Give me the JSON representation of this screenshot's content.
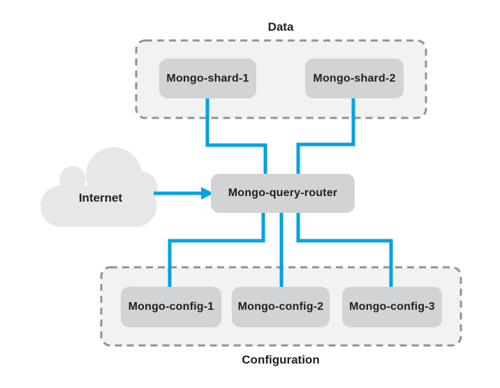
{
  "diagram": {
    "internet": {
      "label": "Internet"
    },
    "router": {
      "label": "Mongo-query-router"
    },
    "zones": {
      "data": {
        "label": "Data",
        "nodes": [
          {
            "label": "Mongo-shard-1"
          },
          {
            "label": "Mongo-shard-2"
          }
        ]
      },
      "configuration": {
        "label": "Configuration",
        "nodes": [
          {
            "label": "Mongo-config-1"
          },
          {
            "label": "Mongo-config-2"
          },
          {
            "label": "Mongo-config-3"
          }
        ]
      }
    },
    "colors": {
      "connector_blue": "#00a3e2",
      "node_fill": "#d1d3d4",
      "zone_fill": "#f2f2f3",
      "zone_border": "#8f9295",
      "cloud_fill": "#e6e7e8",
      "label_text": "#231f20",
      "background": "#ffffff"
    }
  }
}
